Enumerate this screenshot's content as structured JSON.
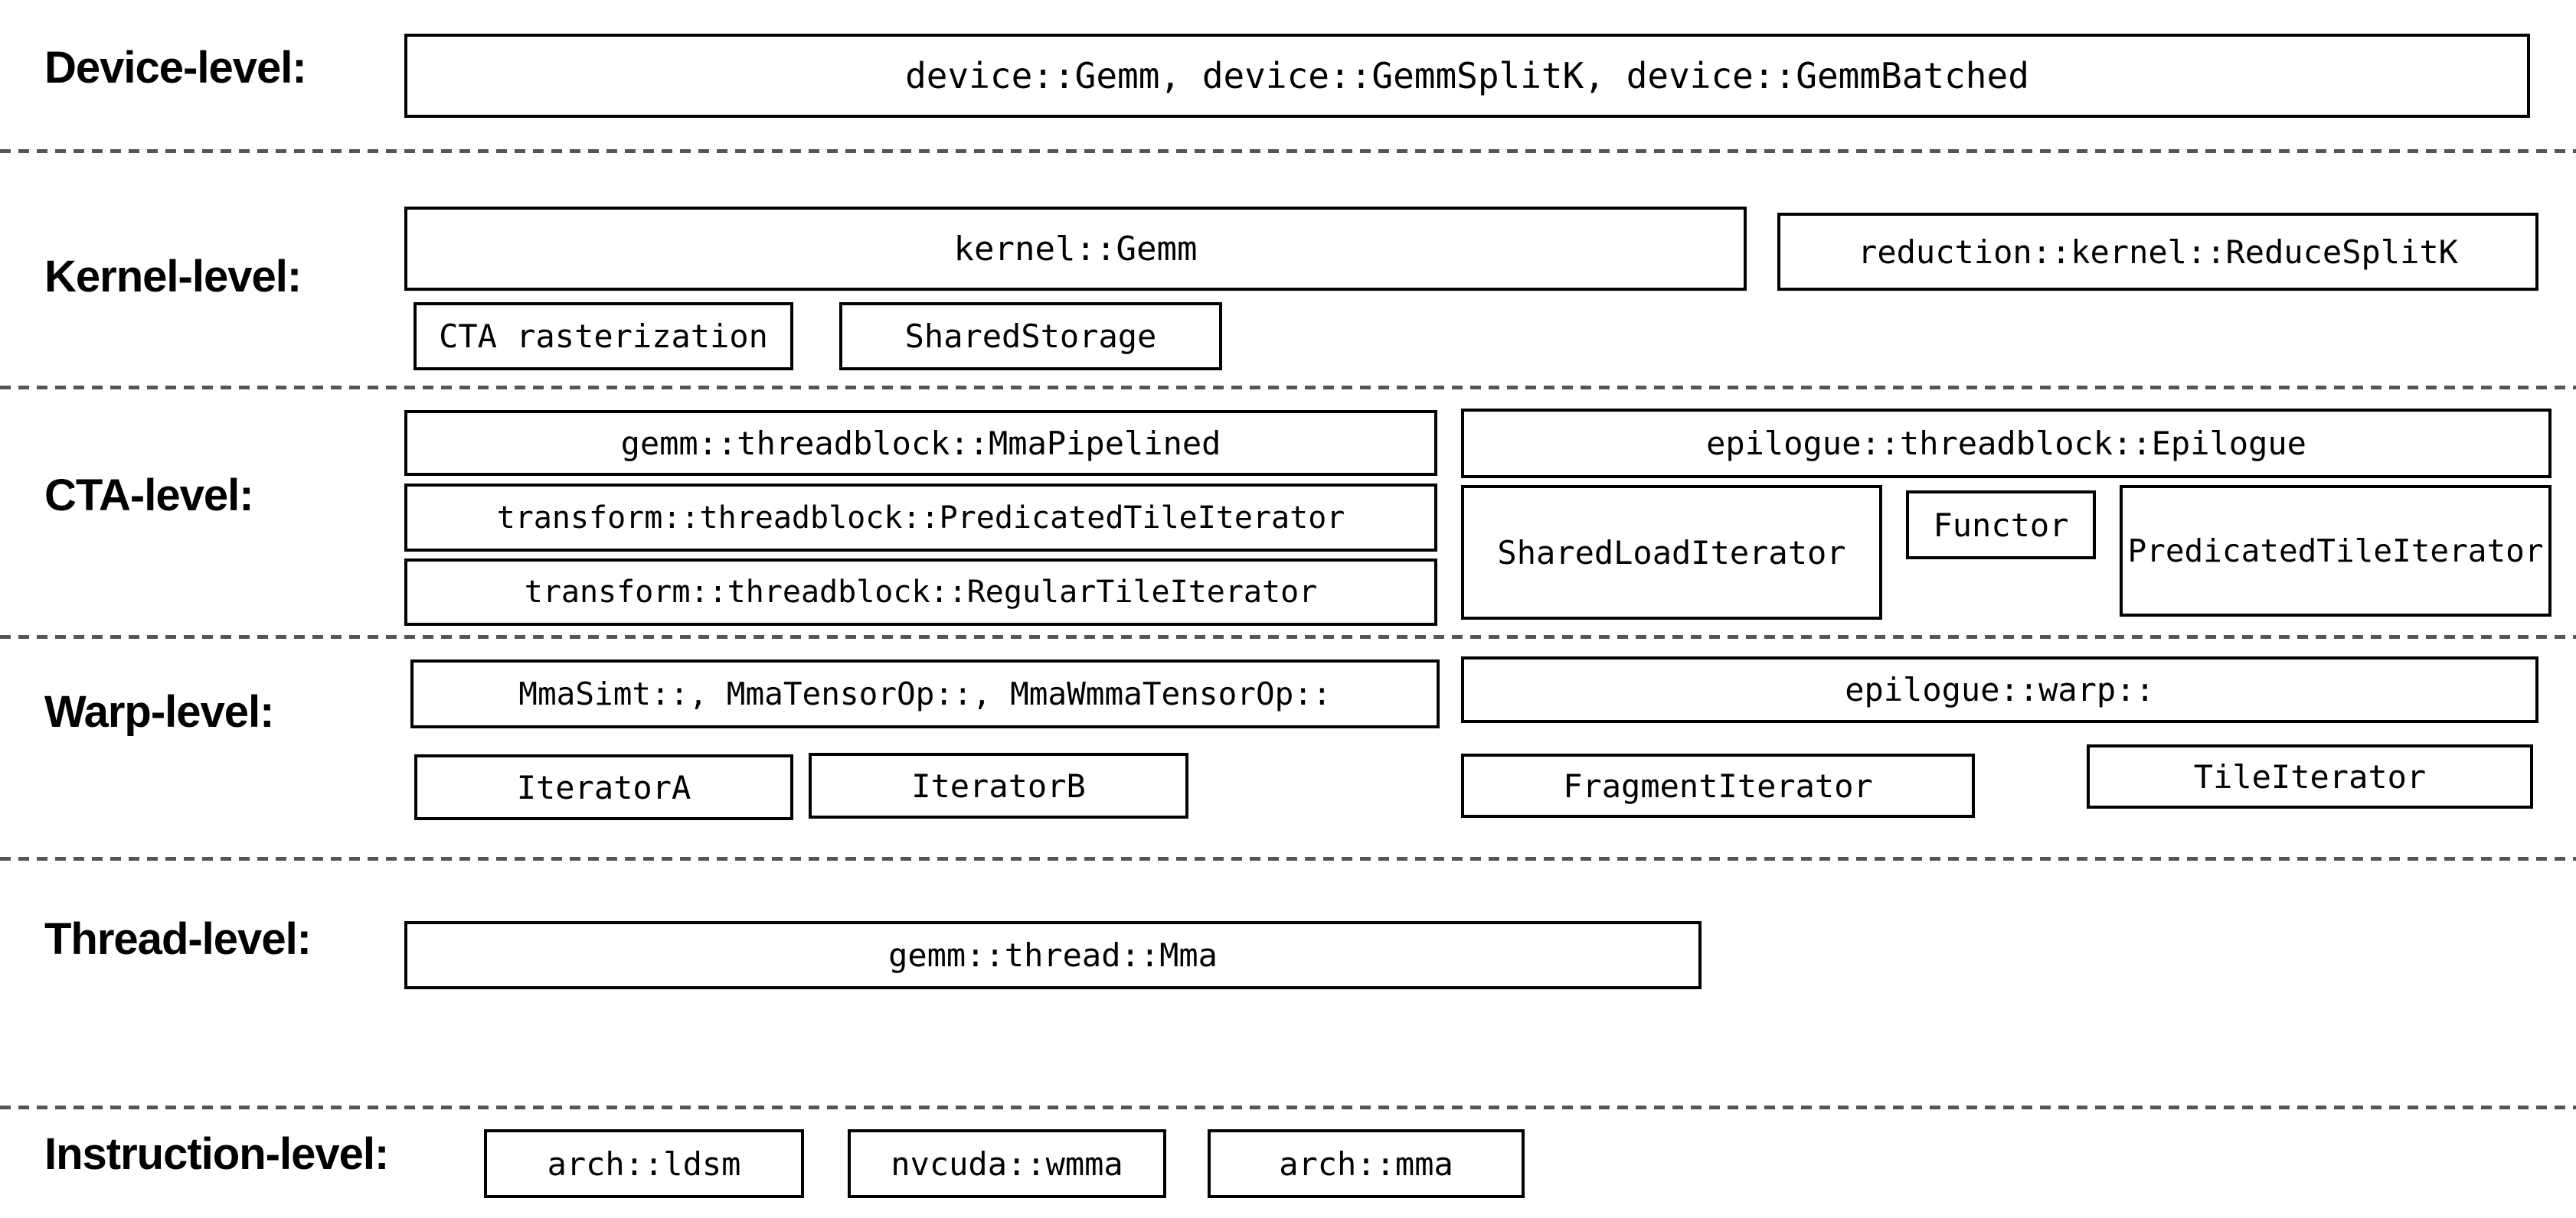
{
  "labels": {
    "device": "Device-level:",
    "kernel": "Kernel-level:",
    "cta": "CTA-level:",
    "warp": "Warp-level:",
    "thread": "Thread-level:",
    "instruction": "Instruction-level:"
  },
  "boxes": {
    "device_apis": "device::Gemm, device::GemmSplitK, device::GemmBatched",
    "kernel_gemm": "kernel::Gemm",
    "reduce_splitk": "reduction::kernel::ReduceSplitK",
    "cta_rasterization": "CTA rasterization",
    "shared_storage": "SharedStorage",
    "mma_pipelined": "gemm::threadblock::MmaPipelined",
    "predicated_tile_iterator_transform": "transform::threadblock::PredicatedTileIterator",
    "regular_tile_iterator": "transform::threadblock::RegularTileIterator",
    "epilogue_threadblock": "epilogue::threadblock::Epilogue",
    "shared_load_iterator": "SharedLoadIterator",
    "functor": "Functor",
    "predicated_tile_iterator_epilogue": "PredicatedTileIterator",
    "warp_mma": "MmaSimt::, MmaTensorOp::, MmaWmmaTensorOp::",
    "epilogue_warp": "epilogue::warp::",
    "iterator_a": "IteratorA",
    "iterator_b": "IteratorB",
    "fragment_iterator": "FragmentIterator",
    "tile_iterator": "TileIterator",
    "thread_mma": "gemm::thread::Mma",
    "arch_ldsm": "arch::ldsm",
    "nvcuda_wmma": "nvcuda::wmma",
    "arch_mma": "arch::mma"
  },
  "colors": {
    "background": "#ffffff",
    "box_border": "#000000",
    "separator": "#555555",
    "text": "#000000"
  }
}
